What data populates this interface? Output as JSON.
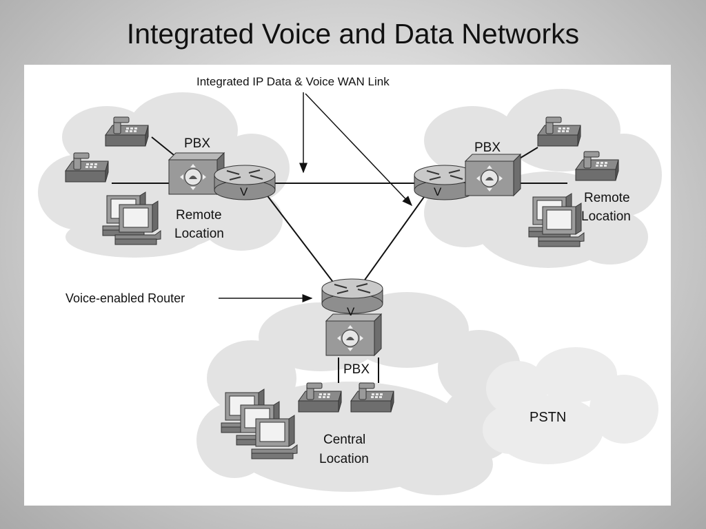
{
  "slide": {
    "title": "Integrated Voice and Data Networks"
  },
  "diagram": {
    "wan_link_label": "Integrated IP Data & Voice WAN Link",
    "router_callout_label": "Voice-enabled Router",
    "router_badge": "V",
    "pbx_label": "PBX",
    "sites": {
      "left_remote": {
        "line1": "Remote",
        "line2": "Location"
      },
      "right_remote": {
        "line1": "Remote",
        "line2": "Location"
      },
      "central": {
        "line1": "Central",
        "line2": "Location"
      }
    },
    "pstn_label": "PSTN",
    "icons": [
      "cloud-icon",
      "phone-icon",
      "pbx-icon",
      "router-icon",
      "workstation-icon"
    ]
  }
}
